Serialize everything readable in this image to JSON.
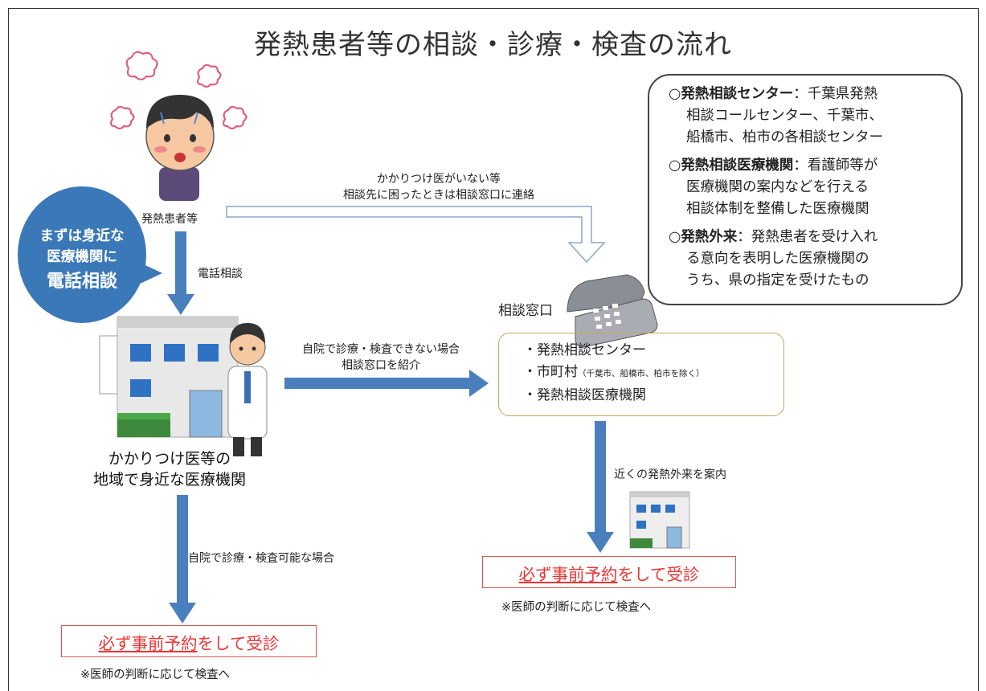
{
  "title": "発熱患者等の相談・診療・検査の流れ",
  "legend": [
    {
      "term": "発熱相談センター",
      "lead": "：千葉県発熱",
      "rest": [
        "相談コールセンター、千葉市、",
        "船橋市、柏市の各相談センター"
      ]
    },
    {
      "term": "発熱相談医療機関",
      "lead": "：看護師等が",
      "rest": [
        "医療機関の案内などを行える",
        "相談体制を整備した医療機関"
      ]
    },
    {
      "term": "発熱外来",
      "lead": "：発熱患者を受け入れ",
      "rest": [
        "る意向を表明した医療機関の",
        "うち、県の指定を受けたもの"
      ]
    }
  ],
  "legend_marker": "○",
  "patient_label": "発熱患者等",
  "no_doctor_note": [
    "かかりつけ医がいない等",
    "相談先に困ったときは相談窓口に連絡"
  ],
  "bubble": [
    "まずは身近な",
    "医療機関に",
    "電話相談"
  ],
  "phone_consult": "電話相談",
  "clinic_label": [
    "かかりつけ医等の",
    "地域で身近な医療機関"
  ],
  "referral_note": [
    "自院で診療・検査できない場合",
    "相談窓口を紹介"
  ],
  "window_label": "相談窓口",
  "window_items": [
    {
      "text": "・発熱相談センター",
      "small": ""
    },
    {
      "text": "・市町村",
      "small": "（千葉市、船橋市、柏市を除く）"
    },
    {
      "text": "・発熱相談医療機関",
      "small": ""
    }
  ],
  "guide_note": "近くの発熱外来を案内",
  "self_note": "自院で診療・検査可能な場合",
  "reserve": {
    "u": "必ず事前予約",
    "rest": "をして受診"
  },
  "doctor_note": "※医師の判断に応じて検査へ",
  "colors": {
    "arrow": "#4a7fbd",
    "bubble": "#3a78b8",
    "reserve": "#e33",
    "box_border": "#c9a35a"
  }
}
